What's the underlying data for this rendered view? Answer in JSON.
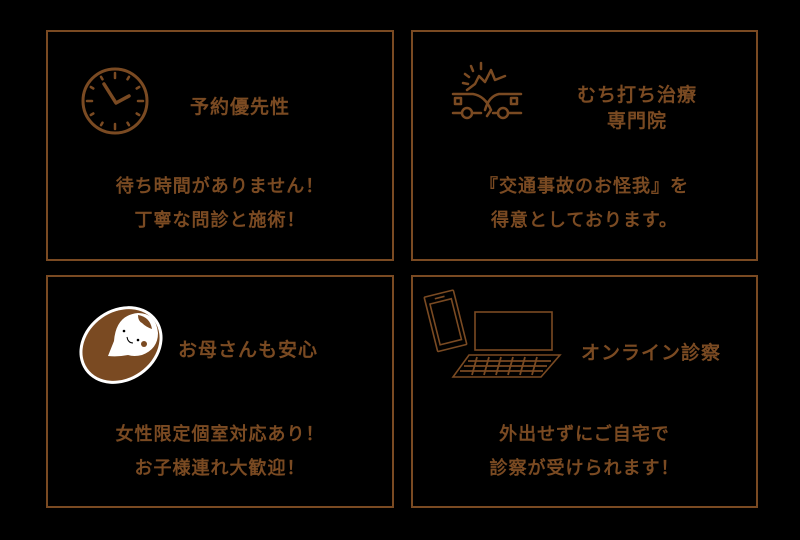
{
  "colors": {
    "background": "#000000",
    "accent": "#7a4a22"
  },
  "cards": [
    {
      "icon": "clock-icon",
      "title": "予約優先性",
      "lines": [
        "待ち時間がありません！",
        "丁寧な問診と施術！"
      ]
    },
    {
      "icon": "car-crash-icon",
      "title_lines": [
        "むち打ち治療",
        "専門院"
      ],
      "lines": [
        "『交通事故のお怪我』を",
        "得意としております。"
      ]
    },
    {
      "icon": "baby-icon",
      "title": "お母さんも安心",
      "lines": [
        "女性限定個室対応あり！",
        "お子様連れ大歓迎！"
      ]
    },
    {
      "icon": "laptop-phone-icon",
      "title": "オンライン診察",
      "lines": [
        "外出せずにご自宅で",
        "診察が受けられます！"
      ]
    }
  ]
}
